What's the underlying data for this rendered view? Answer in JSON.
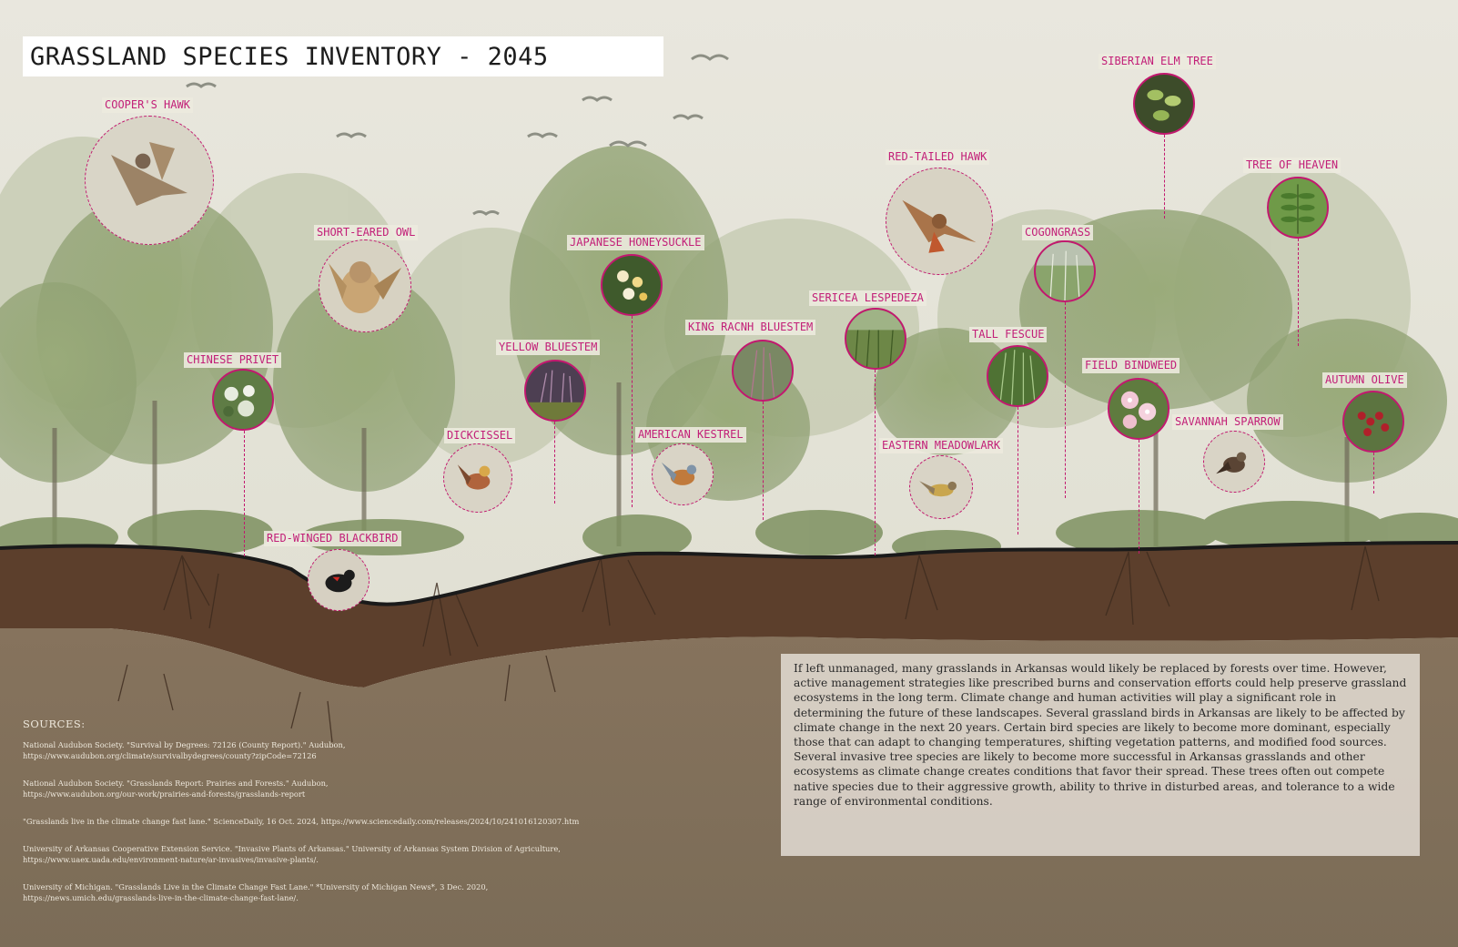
{
  "title": "GRASSLAND SPECIES INVENTORY - 2045",
  "species": [
    {
      "key": "coopers-hawk",
      "label": "COOPER'S HAWK",
      "icon": "hawk-icon"
    },
    {
      "key": "short-eared-owl",
      "label": "SHORT-EARED OWL",
      "icon": "owl-icon"
    },
    {
      "key": "chinese-privet",
      "label": "CHINESE PRIVET",
      "icon": "shrub-icon"
    },
    {
      "key": "red-winged-blackbird",
      "label": "RED-WINGED BLACKBIRD",
      "icon": "blackbird-icon"
    },
    {
      "key": "dickcissel",
      "label": "DICKCISSEL",
      "icon": "bird-icon"
    },
    {
      "key": "yellow-bluestem",
      "label": "YELLOW BLUESTEM",
      "icon": "grass-icon"
    },
    {
      "key": "japanese-honeysuckle",
      "label": "JAPANESE HONEYSUCKLE",
      "icon": "flower-icon"
    },
    {
      "key": "american-kestrel",
      "label": "AMERICAN KESTREL",
      "icon": "kestrel-icon"
    },
    {
      "key": "king-ranch-bluestem",
      "label": "KING RACNH BLUESTEM",
      "icon": "grass-icon"
    },
    {
      "key": "sericea-lespedeza",
      "label": "SERICEA LESPEDEZA",
      "icon": "grass-icon"
    },
    {
      "key": "red-tailed-hawk",
      "label": "RED-TAILED HAWK",
      "icon": "hawk-icon"
    },
    {
      "key": "eastern-meadowlark",
      "label": "EASTERN MEADOWLARK",
      "icon": "bird-icon"
    },
    {
      "key": "tall-fescue",
      "label": "TALL FESCUE",
      "icon": "grass-icon"
    },
    {
      "key": "cogongrass",
      "label": "COGONGRASS",
      "icon": "grass-icon"
    },
    {
      "key": "field-bindweed",
      "label": "FIELD BINDWEED",
      "icon": "flower-icon"
    },
    {
      "key": "siberian-elm-tree",
      "label": "SIBERIAN ELM TREE",
      "icon": "leaf-icon"
    },
    {
      "key": "tree-of-heaven",
      "label": "TREE OF HEAVEN",
      "icon": "leaf-icon"
    },
    {
      "key": "savannah-sparrow",
      "label": "SAVANNAH SPARROW",
      "icon": "sparrow-icon"
    },
    {
      "key": "autumn-olive",
      "label": "AUTUMN OLIVE",
      "icon": "berry-icon"
    }
  ],
  "narrative": "If left unmanaged, many grasslands in Arkansas would likely be replaced by forests over time. However, active management strategies like prescribed burns and conservation efforts could help preserve grassland ecosystems in the long term. Climate change and human activities will play a significant role in determining the future of these landscapes. Several grassland birds in Arkansas are likely to be affected by climate change in the next 20 years. Certain bird species are likely to become more dominant, especially those that can adapt to changing temperatures, shifting vegetation patterns, and modified food sources. Several invasive tree species are likely to become more successful in Arkansas grasslands and other ecosystems as climate change creates conditions that favor their spread. These trees often out compete native species due to their aggressive growth, ability to thrive in disturbed areas, and tolerance to a wide range of environmental conditions.",
  "sources": {
    "heading": "SOURCES:",
    "items": [
      {
        "text": "National Audubon Society. \"Survival by Degrees: 72126 (County Report).\" Audubon,",
        "url": "https://www.audubon.org/climate/survivalbydegrees/county?zipCode=72126"
      },
      {
        "text": "National Audubon Society. \"Grasslands Report: Prairies and Forests.\" Audubon,",
        "url": "https://www.audubon.org/our-work/prairies-and-forests/grasslands-report"
      },
      {
        "text": "\"Grasslands live in the climate change fast lane.\" ScienceDaily, 16 Oct. 2024, https://www.sciencedaily.com/releases/2024/10/241016120307.htm",
        "url": ""
      },
      {
        "text": "University of Arkansas Cooperative Extension Service. \"Invasive Plants of Arkansas.\" University of Arkansas System Division of Agriculture,",
        "url": "https://www.uaex.uada.edu/environment-nature/ar-invasives/invasive-plants/."
      },
      {
        "text": "University of Michigan. \"Grasslands Live in the Climate Change Fast Lane.\" *University of Michigan News*, 3 Dec. 2020,",
        "url": "https://news.umich.edu/grasslands-live-in-the-climate-change-fast-lane/."
      }
    ]
  },
  "colors": {
    "accent": "#c2186f",
    "sky": "#e6e4da",
    "soil_dark": "#5c3f2c",
    "soil_light": "#8a7a66",
    "foliage": "#8fa06e"
  }
}
